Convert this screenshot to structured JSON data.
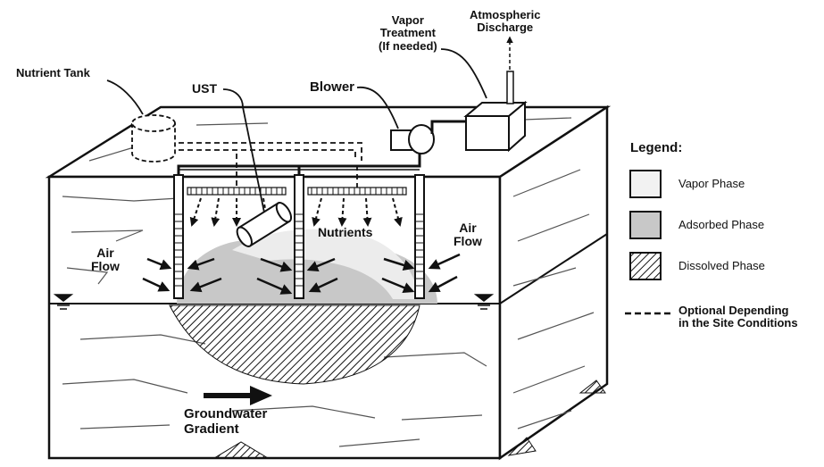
{
  "labels": {
    "atmospheric_discharge": [
      "Atmospheric",
      "Discharge"
    ],
    "vapor_treatment": [
      "Vapor",
      "Treatment",
      "(If needed)"
    ],
    "nutrient_tank": "Nutrient Tank",
    "ust": "UST",
    "blower": "Blower",
    "nutrients": "Nutrients",
    "air_flow_left": [
      "Air",
      "Flow"
    ],
    "air_flow_right": [
      "Air",
      "Flow"
    ],
    "groundwater_gradient": [
      "Groundwater",
      "Gradient"
    ]
  },
  "legend": {
    "title": "Legend:",
    "items": [
      {
        "label": "Vapor Phase",
        "fill": "#f2f2f2"
      },
      {
        "label": "Adsorbed Phase",
        "fill": "#c8c8c8"
      },
      {
        "label": "Dissolved Phase",
        "fill": "hatch"
      }
    ],
    "dashed_label": [
      "Optional Depending",
      "in the Site Conditions"
    ]
  },
  "colors": {
    "ink": "#111111",
    "vapor": "#f2f2f2",
    "adsorbed": "#c8c8c8"
  }
}
